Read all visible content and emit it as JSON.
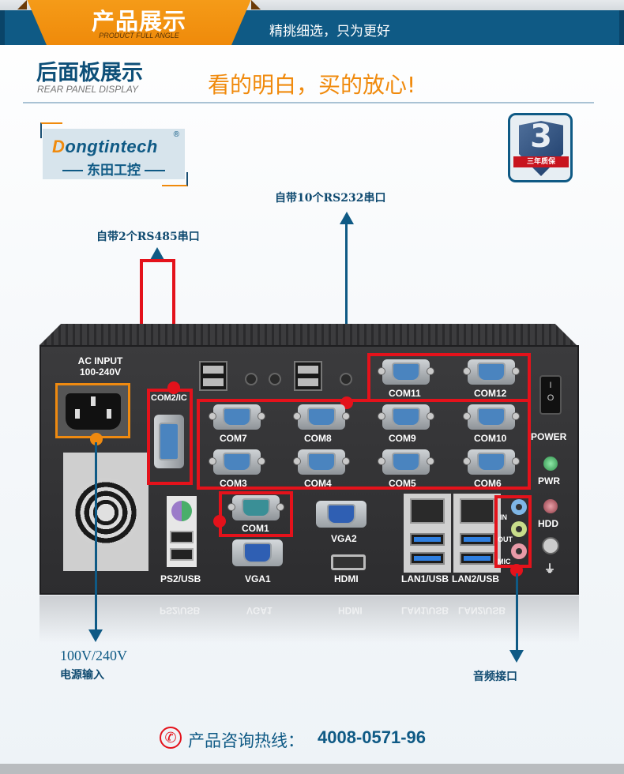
{
  "banner": {
    "title": "产品展示",
    "subtitle": "PRODUCT FULL ANGLE",
    "slogan": "精挑细选，只为更好"
  },
  "section": {
    "title": "后面板展示",
    "subtitle": "REAR PANEL DISPLAY",
    "slogan": "看的明白，买的放心!"
  },
  "logo": {
    "name_first": "D",
    "name_rest": "ongtintech",
    "registered": "®",
    "chinese": "东田工控"
  },
  "badge": {
    "number": "3",
    "text": "三年质保"
  },
  "callouts": {
    "rs232": "自带10个RS232串口",
    "rs485": "自带2个RS485串口",
    "power_voltage": "100V/240V",
    "power_label": "电源输入",
    "audio_label": "音频接口"
  },
  "panel": {
    "ac_input": "AC INPUT",
    "ac_range": "100-240V",
    "com2": "COM2/IC",
    "com_ports": [
      "COM11",
      "COM12",
      "COM7",
      "COM8",
      "COM9",
      "COM10",
      "COM3",
      "COM4",
      "COM5",
      "COM6"
    ],
    "com1": "COM1",
    "vga1": "VGA1",
    "vga2": "VGA2",
    "hdmi": "HDMI",
    "ps2usb": "PS2/USB",
    "lan1": "LAN1/USB",
    "lan2": "LAN2/USB",
    "audio": [
      "IN",
      "OUT",
      "MIC"
    ],
    "power": "POWER",
    "pwr": "PWR",
    "hdd": "HDD",
    "ground": "⏚",
    "switch_on": "I",
    "switch_off": "O"
  },
  "footer": {
    "phone_icon": "phone-icon",
    "label": "产品咨询热线：",
    "phone": "4008-0571-96"
  },
  "colors": {
    "brand_blue": "#0f5a85",
    "accent_orange": "#f08a0c",
    "highlight_red": "#e4121b"
  }
}
